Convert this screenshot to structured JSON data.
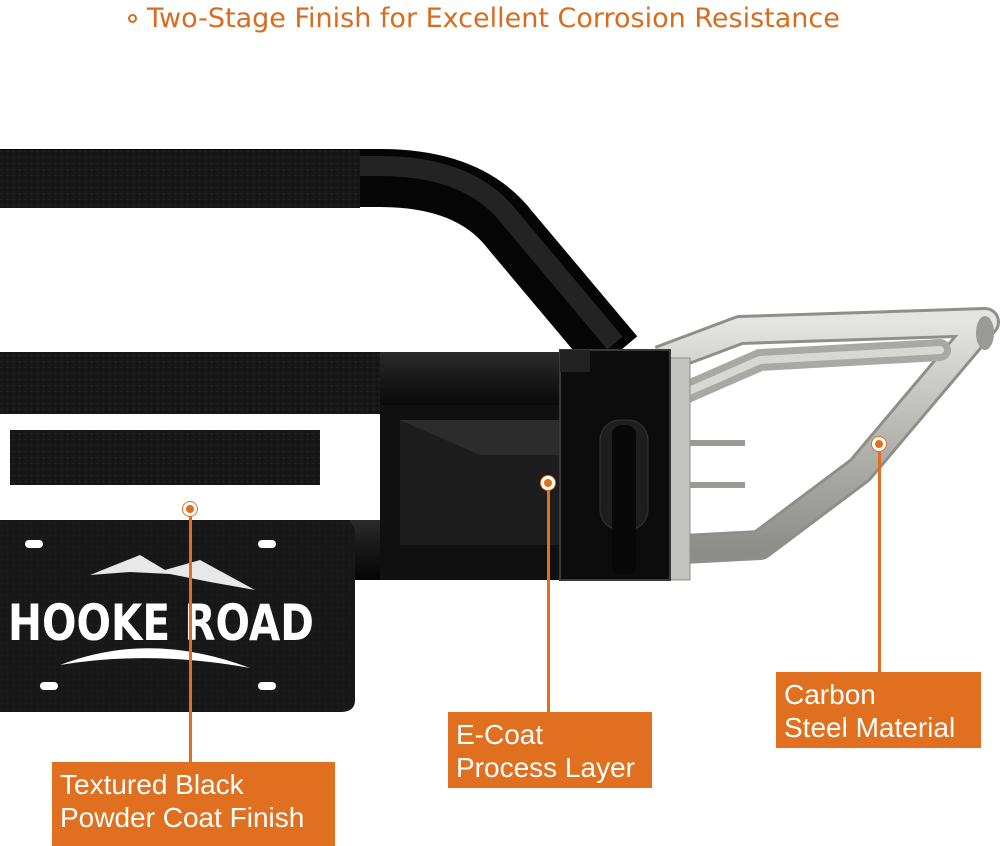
{
  "headline": {
    "bullet_icon": "ring-bullet-icon",
    "text": "Two-Stage Finish for Excellent Corrosion Resistance"
  },
  "plate": {
    "brand": "HOOKE ROAD"
  },
  "callouts": {
    "carbon_steel": {
      "line1": "Carbon",
      "line2": "Steel Material"
    },
    "ecoat": {
      "line1": "E-Coat",
      "line2": "Process Layer"
    },
    "powder_coat": {
      "line1": "Textured Black",
      "line2": "Powder Coat Finish"
    }
  },
  "colors": {
    "accent": "#e0701f",
    "headline": "#d86b1e",
    "bumper": "#151515",
    "steel": "#b9b9b6"
  }
}
